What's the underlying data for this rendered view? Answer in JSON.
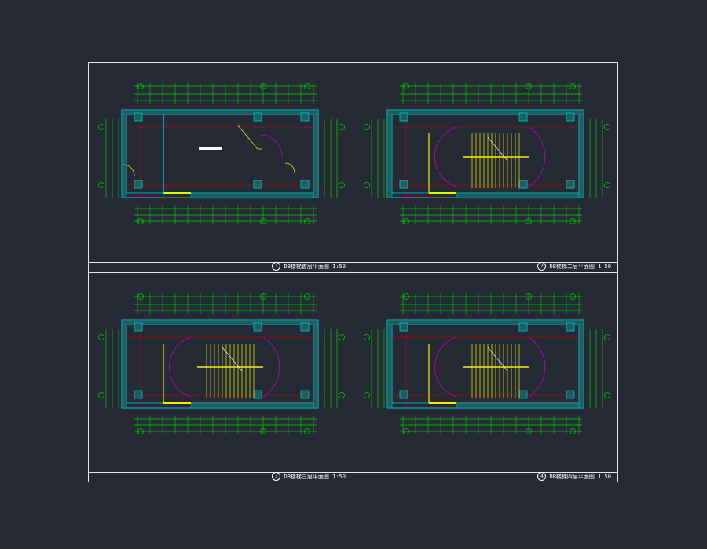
{
  "colors": {
    "background": "#262a35",
    "frame": "#e8e8e8",
    "dimension": "#00d000",
    "wall": "#00c8c8",
    "wall_fill": "#1e5e62",
    "stair": "#f0f000",
    "axis": "#d00000",
    "door_arc": "#c000c0",
    "text": "#ffffff",
    "grid_label": "#00d000"
  },
  "panels": [
    {
      "id": 1,
      "number": "1",
      "title": "DB楼梯首层平面图 1:50",
      "variant": "ground"
    },
    {
      "id": 2,
      "number": "2",
      "title": "DB楼梯二层平面图 1:50",
      "variant": "upper"
    },
    {
      "id": 3,
      "number": "3",
      "title": "DB楼梯三层平面图 1:50",
      "variant": "upper"
    },
    {
      "id": 4,
      "number": "4",
      "title": "DB楼梯四层平面图 1:50",
      "variant": "upper"
    }
  ]
}
